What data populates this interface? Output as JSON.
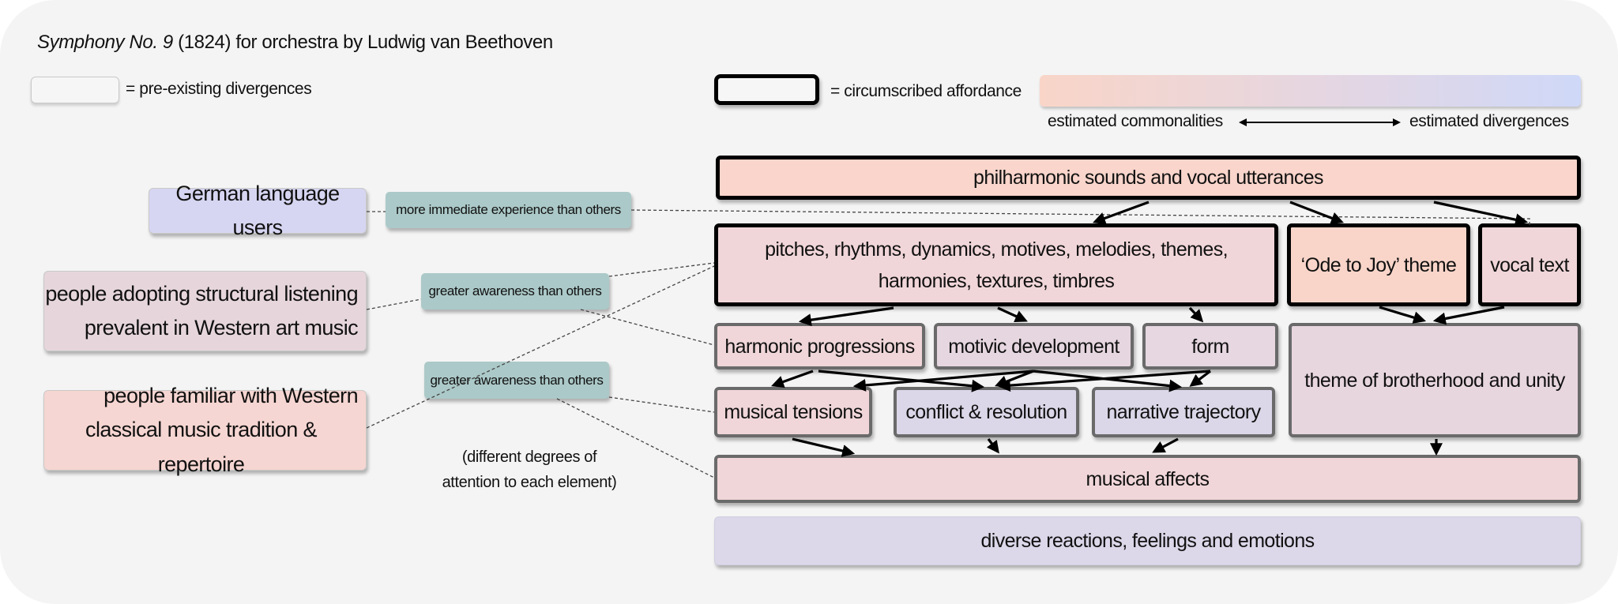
{
  "title": {
    "italic": "Symphony No. 9",
    "rest": " (1824) for orchestra by Ludwig van Beethoven"
  },
  "legend": {
    "pre_existing": "= pre-existing divergences",
    "circumscribed": "= circumscribed affordance",
    "scale_left": "estimated commonalities",
    "scale_right": "estimated divergences",
    "gradient_colors": [
      "#f9d5c8",
      "#e6d6e0",
      "#cfd8f8"
    ]
  },
  "nodes": {
    "philharmonic": "philharmonic sounds and vocal utterances",
    "pitches": [
      "pitches, rhythms, dynamics, motives, melodies, themes,",
      "harmonies, textures, timbres"
    ],
    "ode": "‘Ode to Joy’ theme",
    "vocal": "vocal text",
    "harmonic": "harmonic progressions",
    "motivic": "motivic development",
    "form": "form",
    "brotherhood": "theme of brotherhood and unity",
    "tensions": "musical tensions",
    "conflict": "conflict & resolution",
    "narrative": "narrative trajectory",
    "affects": "musical affects",
    "reactions": "diverse reactions, feelings and emotions"
  },
  "groups": {
    "german": "German language users",
    "structural": [
      "people adopting structural listening",
      "prevalent in Western art music"
    ],
    "familiar": [
      "people familiar with Western",
      "classical music tradition & repertoire"
    ]
  },
  "relations": {
    "immediate": "more immediate experience than others",
    "awareness1": "greater awareness than others",
    "awareness2": "greater awareness than others"
  },
  "note": [
    "(different degrees of",
    "attention to each element)"
  ],
  "colors": {
    "philharmonic": "#f9d5cb",
    "pitches": "#f1d6d9",
    "ode": "#f9d5c9",
    "vocal": "#f0d6d9",
    "harmonic": "#f0d6d9",
    "motivic": "#e6d6df",
    "form": "#e6d7e0",
    "brotherhood": "#e8d6df",
    "tensions": "#f0d6d9",
    "conflict": "#dcd7e8",
    "narrative": "#dbd7e8",
    "affects": "#f0d6d9",
    "reactions": "#dcd7e9",
    "german": "#d6d6f2",
    "structural": "#e6d6dc",
    "familiar": "#f6d6d2",
    "relation": "#abc9c8"
  }
}
